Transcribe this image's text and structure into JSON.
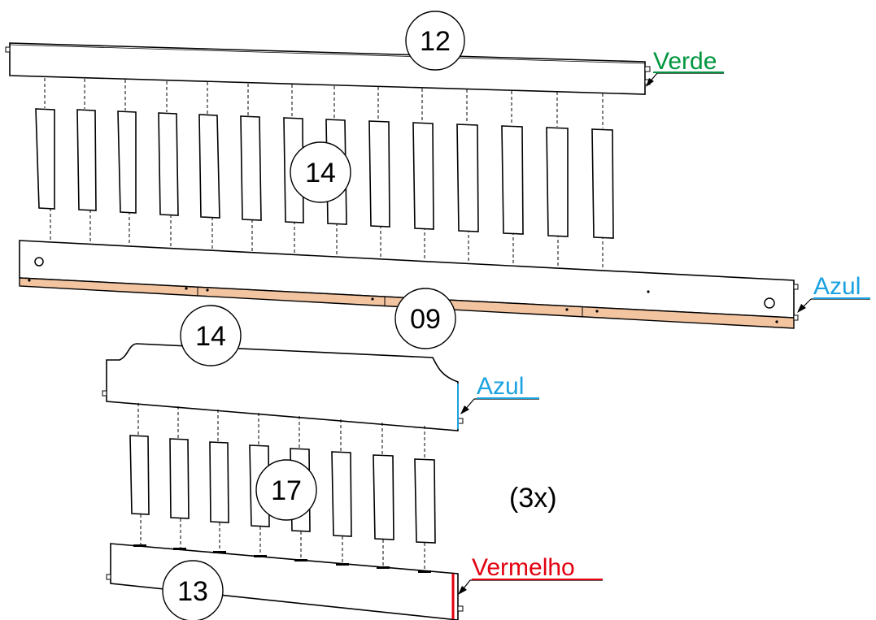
{
  "parts": {
    "top_rail": "12",
    "slats_upper": "14",
    "bottom_rail_upper": "09",
    "headboard_top": "14",
    "slats_lower": "17",
    "bottom_rail_lower": "13"
  },
  "edge_labels": {
    "verde": "Verde",
    "azul_upper": "Azul",
    "azul_lower": "Azul",
    "vermelho": "Vermelho"
  },
  "quantity": "(3x)",
  "colors": {
    "verde": "#00963f",
    "azul": "#1aa3e0",
    "vermelho": "#e3000f",
    "wood": "#f3c4a0",
    "line": "#000000"
  }
}
